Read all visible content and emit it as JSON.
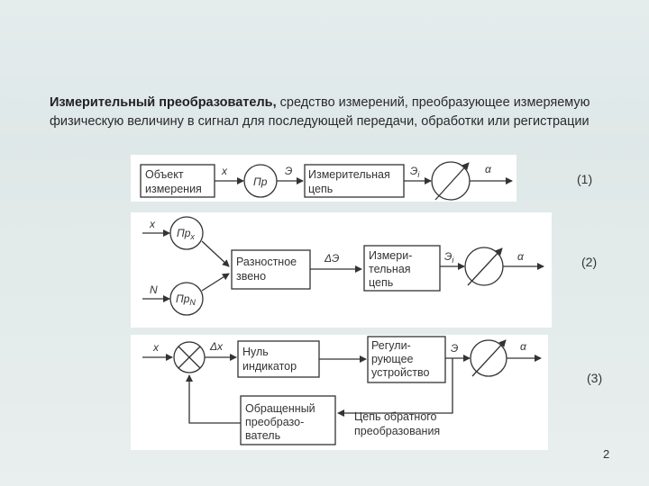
{
  "definition": {
    "term": "Измерительный преобразователь,",
    "text": " средство измерений, преобразующее измеряемую физическую величину в сигнал для последующей передачи, обработки или регистрации"
  },
  "scheme1": {
    "label": "(1)",
    "object_line1": "Объект",
    "object_line2": "измерения",
    "x": "x",
    "converter": "Пр",
    "signal_e": "Э",
    "circuit_line1": "Измерительная",
    "circuit_line2": "цепь",
    "signal_ei": "Э",
    "sub_i": "i",
    "alpha": "α"
  },
  "scheme2": {
    "label": "(2)",
    "x": "x",
    "n": "N",
    "conv_x": "Пр",
    "sub_x": "x",
    "conv_n": "Пр",
    "sub_n": "N",
    "diff_line1": "Разностное",
    "diff_line2": "звено",
    "delta_e": "ΔЭ",
    "circuit_line1": "Измери-",
    "circuit_line2": "тельная",
    "circuit_line3": "цепь",
    "signal_ei": "Э",
    "sub_i": "i",
    "alpha": "α"
  },
  "scheme3": {
    "label": "(3)",
    "x": "x",
    "delta_x": "Δx",
    "null_line1": "Нуль",
    "null_line2": "индикатор",
    "reg_line1": "Регули-",
    "reg_line2": "рующее",
    "reg_line3": "устройство",
    "signal_e": "Э",
    "alpha": "α",
    "inv_line1": "Обращенный",
    "inv_line2": "преобразо-",
    "inv_line3": "ватель",
    "feedback_line1": "Цепь обратного",
    "feedback_line2": "преобразования"
  },
  "page_number": "2"
}
